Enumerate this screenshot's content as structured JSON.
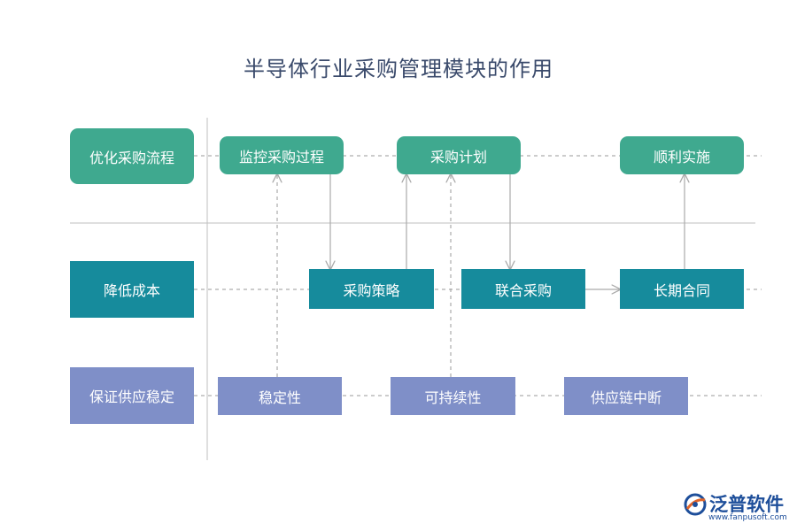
{
  "title": "半导体行业采购管理模块的作用",
  "rows": {
    "row1": "优化采购流程",
    "row2": "降低成本",
    "row3": "保证供应稳定"
  },
  "nodes": {
    "monitor": "监控采购过程",
    "plan": "采购计划",
    "smooth": "顺利实施",
    "strategy": "采购策略",
    "joint": "联合采购",
    "contract": "长期合同",
    "stability": "稳定性",
    "sustain": "可持续性",
    "disruption": "供应链中断"
  },
  "logo": {
    "name": "泛普软件",
    "url": "www.fanpusoft.com"
  },
  "colors": {
    "green": "#3fa98f",
    "teal": "#168b9c",
    "purple": "#7f8fc8",
    "title": "#3a4a6b"
  }
}
